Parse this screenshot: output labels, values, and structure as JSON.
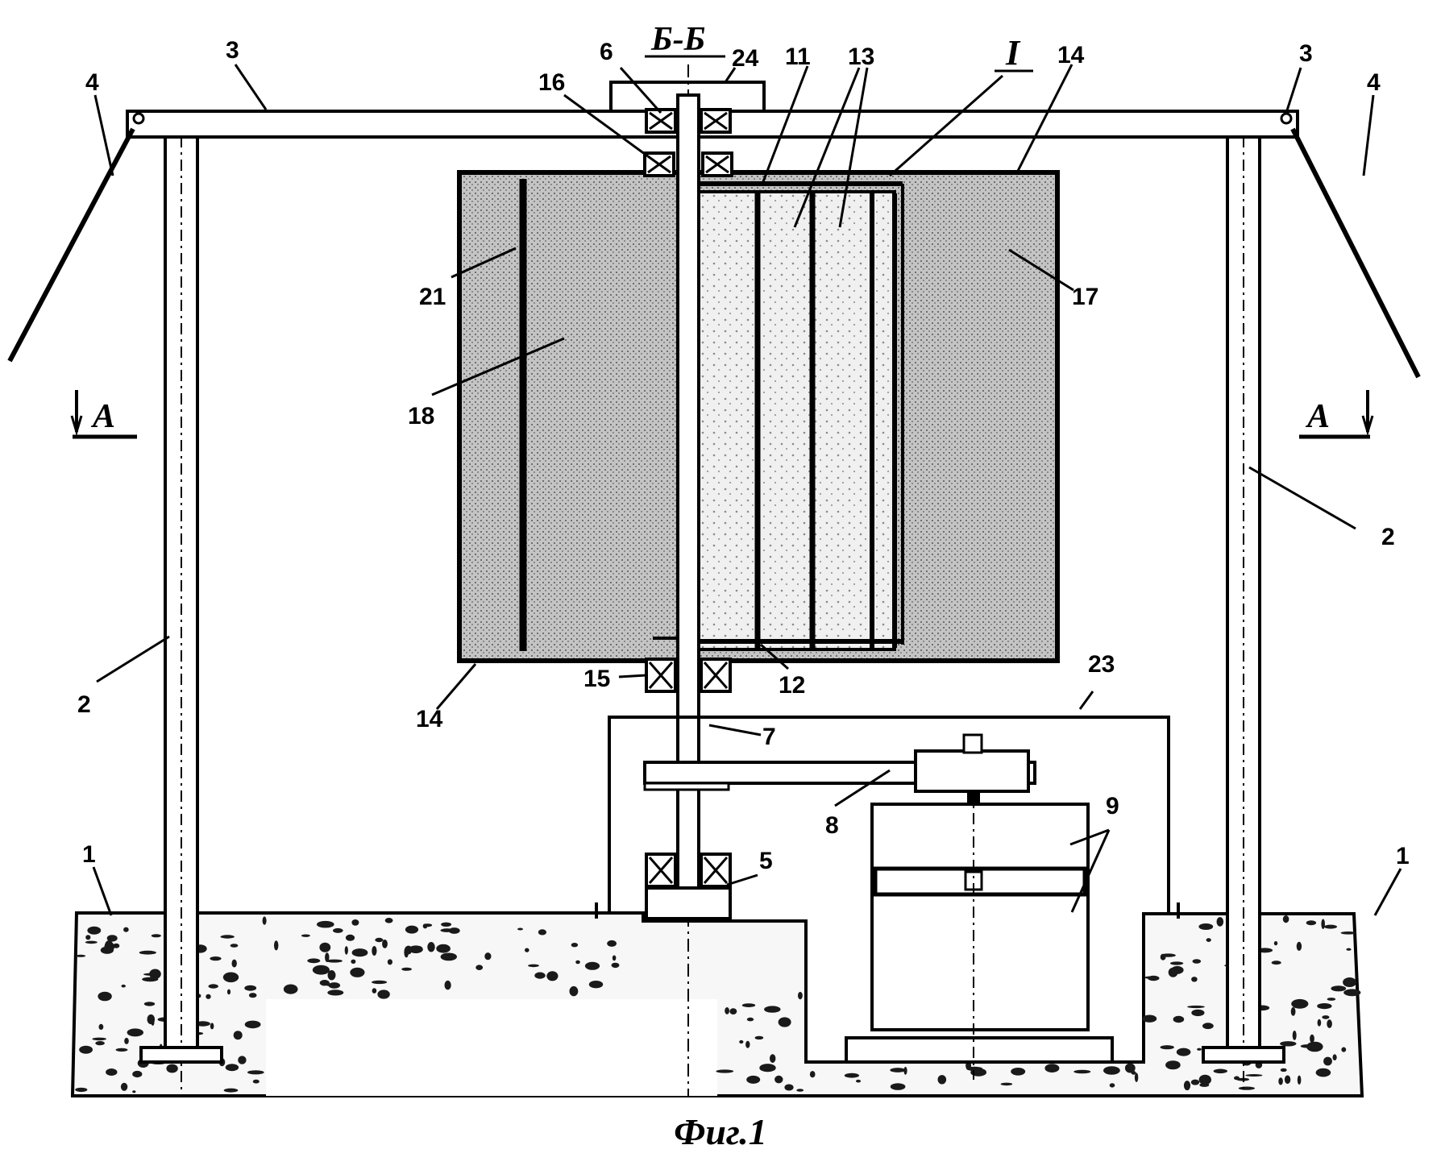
{
  "section_label": "Б-Б",
  "section_marker": "I",
  "cut_arrow_label": "A",
  "figure_caption": "Фиг.1",
  "part_numbers": {
    "base": "1",
    "pillar": "2",
    "beam": "3",
    "brace": "4",
    "lower_bearing": "5",
    "upper_bearing": "6",
    "shaft": "7",
    "belt_drive": "8",
    "generator": "9",
    "frame_inner": "11",
    "lower_disc": "12",
    "blades": "13",
    "end_plate": "14",
    "rotor_lower_bearing": "15",
    "rotor_upper_bearing": "16",
    "right_panel": "17",
    "left_panel": "18",
    "panel_edge": "21",
    "housing": "23",
    "cap": "24"
  },
  "colors": {
    "ink": "#000000",
    "panel_fill": "#bdbdbd",
    "rotor_fill": "#e9e9e9",
    "paper": "#ffffff"
  }
}
